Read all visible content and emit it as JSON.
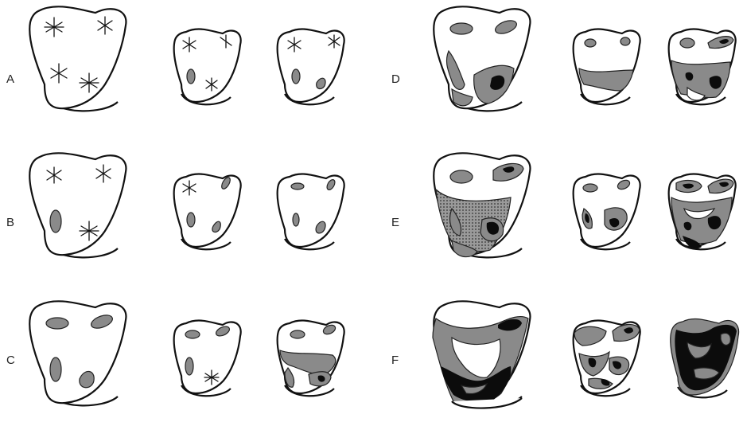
{
  "rows": [
    {
      "label": "A"
    },
    {
      "label": "B"
    },
    {
      "label": "C"
    },
    {
      "label": "D"
    },
    {
      "label": "E"
    },
    {
      "label": "F"
    }
  ],
  "colors": {
    "enamel_outline": "#111111",
    "enamel_wear": "#8a8a8a",
    "dentin_exposure": "#0c0c0c",
    "background": "#ffffff"
  }
}
